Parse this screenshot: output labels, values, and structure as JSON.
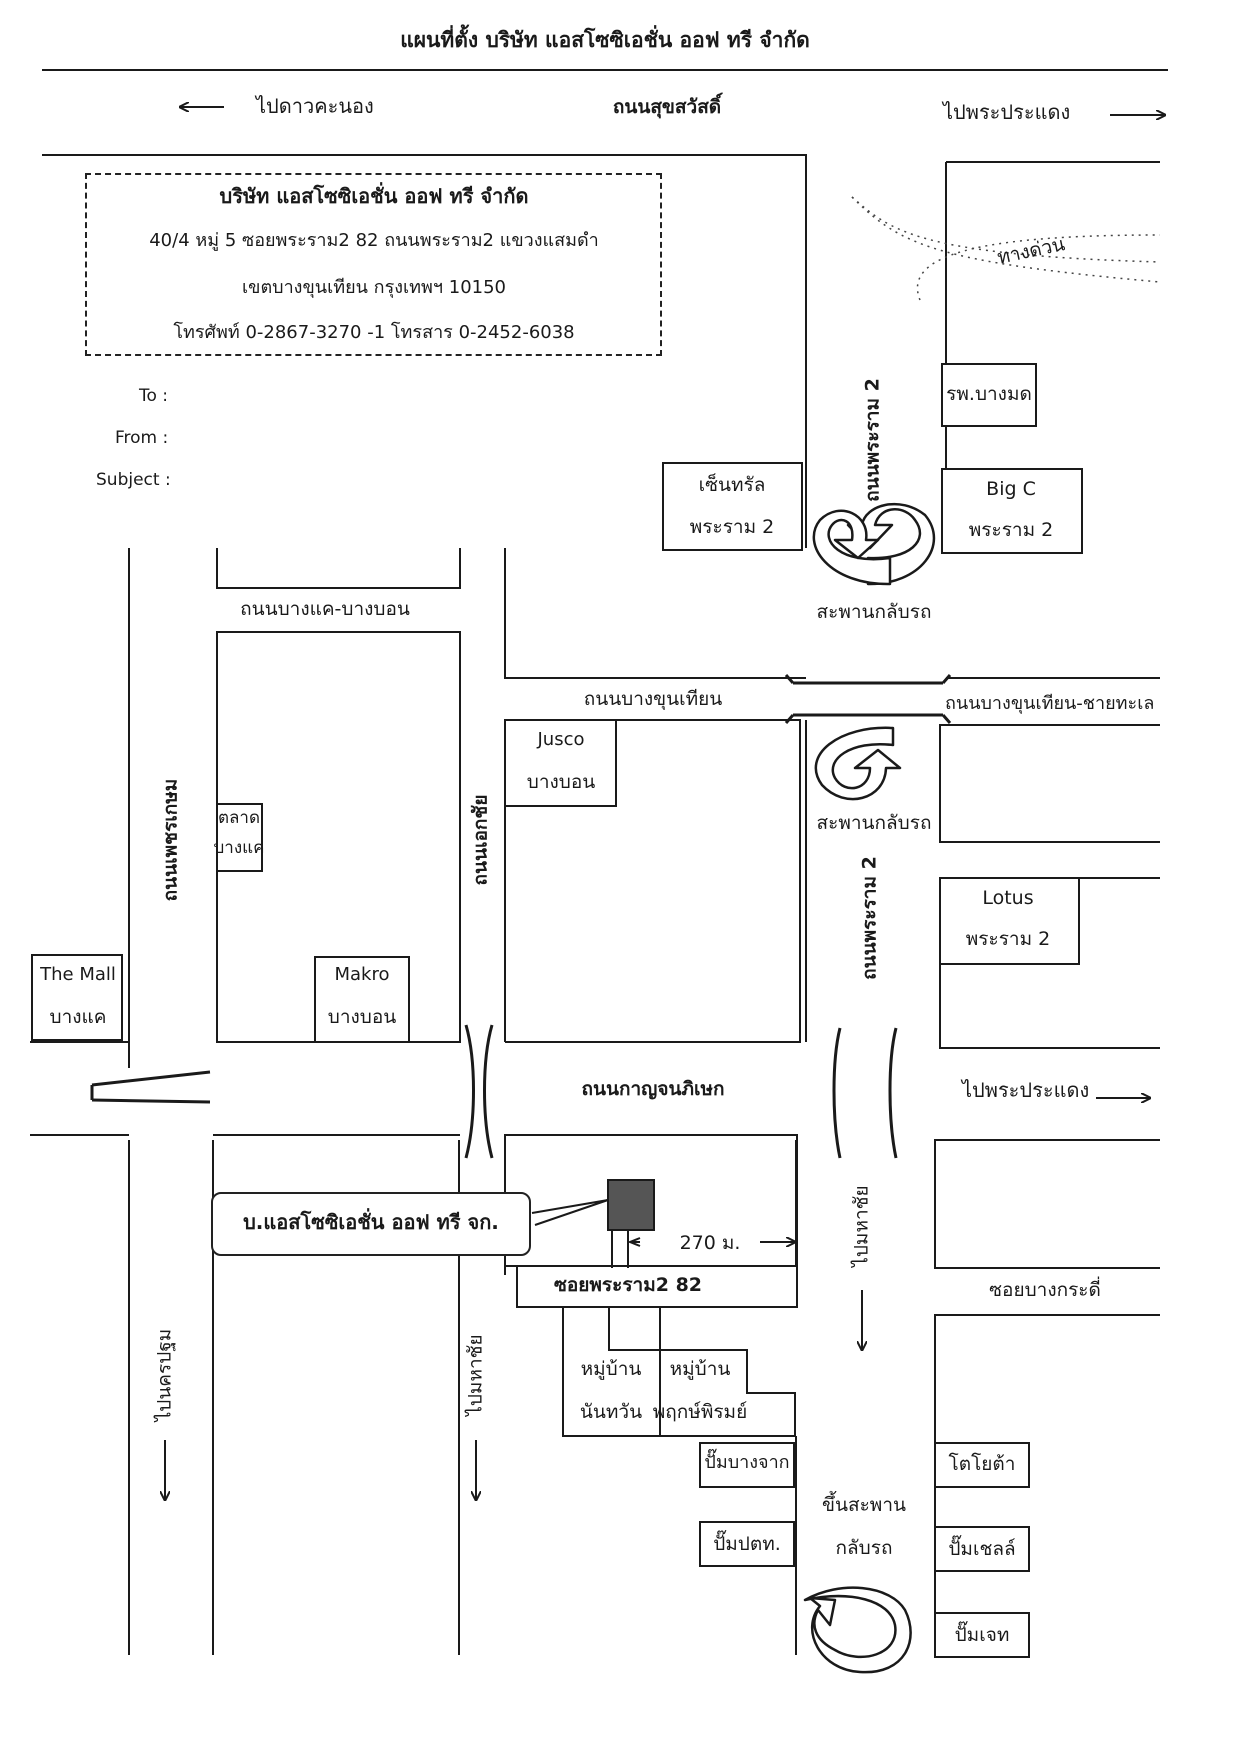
{
  "title": "แผนที่ตั้ง บริษัท แอสโซซิเอชั่น ออฟ ทรี จำกัด",
  "top_road": {
    "left_direction": "ไปดาวคะนอง",
    "road_name": "ถนนสุขสวัสดิ์",
    "right_direction": "ไปพระประแดง"
  },
  "company_box": {
    "name": "บริษัท แอสโซซิเอชั่น ออฟ ทรี จำกัด",
    "address_line1": "40/4 หมู่ 5 ซอยพระราม2 82 ถนนพระราม2 แขวงแสมดำ",
    "address_line2": "เขตบางขุนเทียน กรุงเทพฯ 10150",
    "phone_line": "โทรศัพท์ 0-2867-3270 -1  โทรสาร 0-2452-6038"
  },
  "memo_fields": {
    "to": "To :",
    "from": "From :",
    "subject": "Subject :"
  },
  "roads": {
    "expressway": "ทางด่วน",
    "rama2_upper": "ถนนพระราม 2",
    "rama2_lower": "ถนนพระราม 2",
    "bangkhae_bangbon": "ถนนบางแค-บางบอน",
    "bangkhunthian": "ถนนบางขุนเทียน",
    "bangkhunthian_chaithale": "ถนนบางขุนเทียน-ชายทะเล",
    "phetkasem": "ถนนเพชรเกษม",
    "ekachai": "ถนนเอกชัย",
    "kanchanaphisek": "ถนนกาญจนภิเษก",
    "soi_rama2_82": "ซอยพระราม2 82",
    "soi_bangkradi": "ซอยบางกระดี่"
  },
  "directions": {
    "pradaeng_mid": "ไปพระประแดง",
    "mahachai_right": "ไปมหาชัย",
    "mahachai_left": "ไปมหาชัย",
    "nakhonpathom": "ไปนครปฐม"
  },
  "u_turns": {
    "upper": "สะพานกลับรถ",
    "middle": "สะพานกลับรถ",
    "lower_line1": "ขึ้นสะพาน",
    "lower_line2": "กลับรถ"
  },
  "landmarks": {
    "bangmod_hospital": "รพ.บางมด",
    "central_line1": "เซ็นทรัล",
    "central_line2": "พระราม 2",
    "bigc_line1": "Big C",
    "bigc_line2": "พระราม 2",
    "jusco_line1": "Jusco",
    "jusco_line2": "บางบอน",
    "lotus_line1": "Lotus",
    "lotus_line2": "พระราม 2",
    "talad_line1": "ตลาด",
    "talad_line2": "บางแค",
    "themall_line1": "The Mall",
    "themall_line2": "บางแค",
    "makro_line1": "Makro",
    "makro_line2": "บางบอน",
    "nanthawan_line1": "หมู่บ้าน",
    "nanthawan_line2": "นันทวัน",
    "phruksa_line1": "หมู่บ้าน",
    "phruksa_line2": "พฤกษ์พิรมย์",
    "pump_bangchak": "ปั๊มบางจาก",
    "pump_ptt": "ปั๊มปตท.",
    "toyota": "โตโยต้า",
    "pump_shell": "ปั๊มเชลล์",
    "pump_jet": "ปั๊มเจท"
  },
  "location": {
    "callout": "บ.แอสโซซิเอชั่น ออฟ ทรี จก.",
    "distance": "270 ม."
  }
}
